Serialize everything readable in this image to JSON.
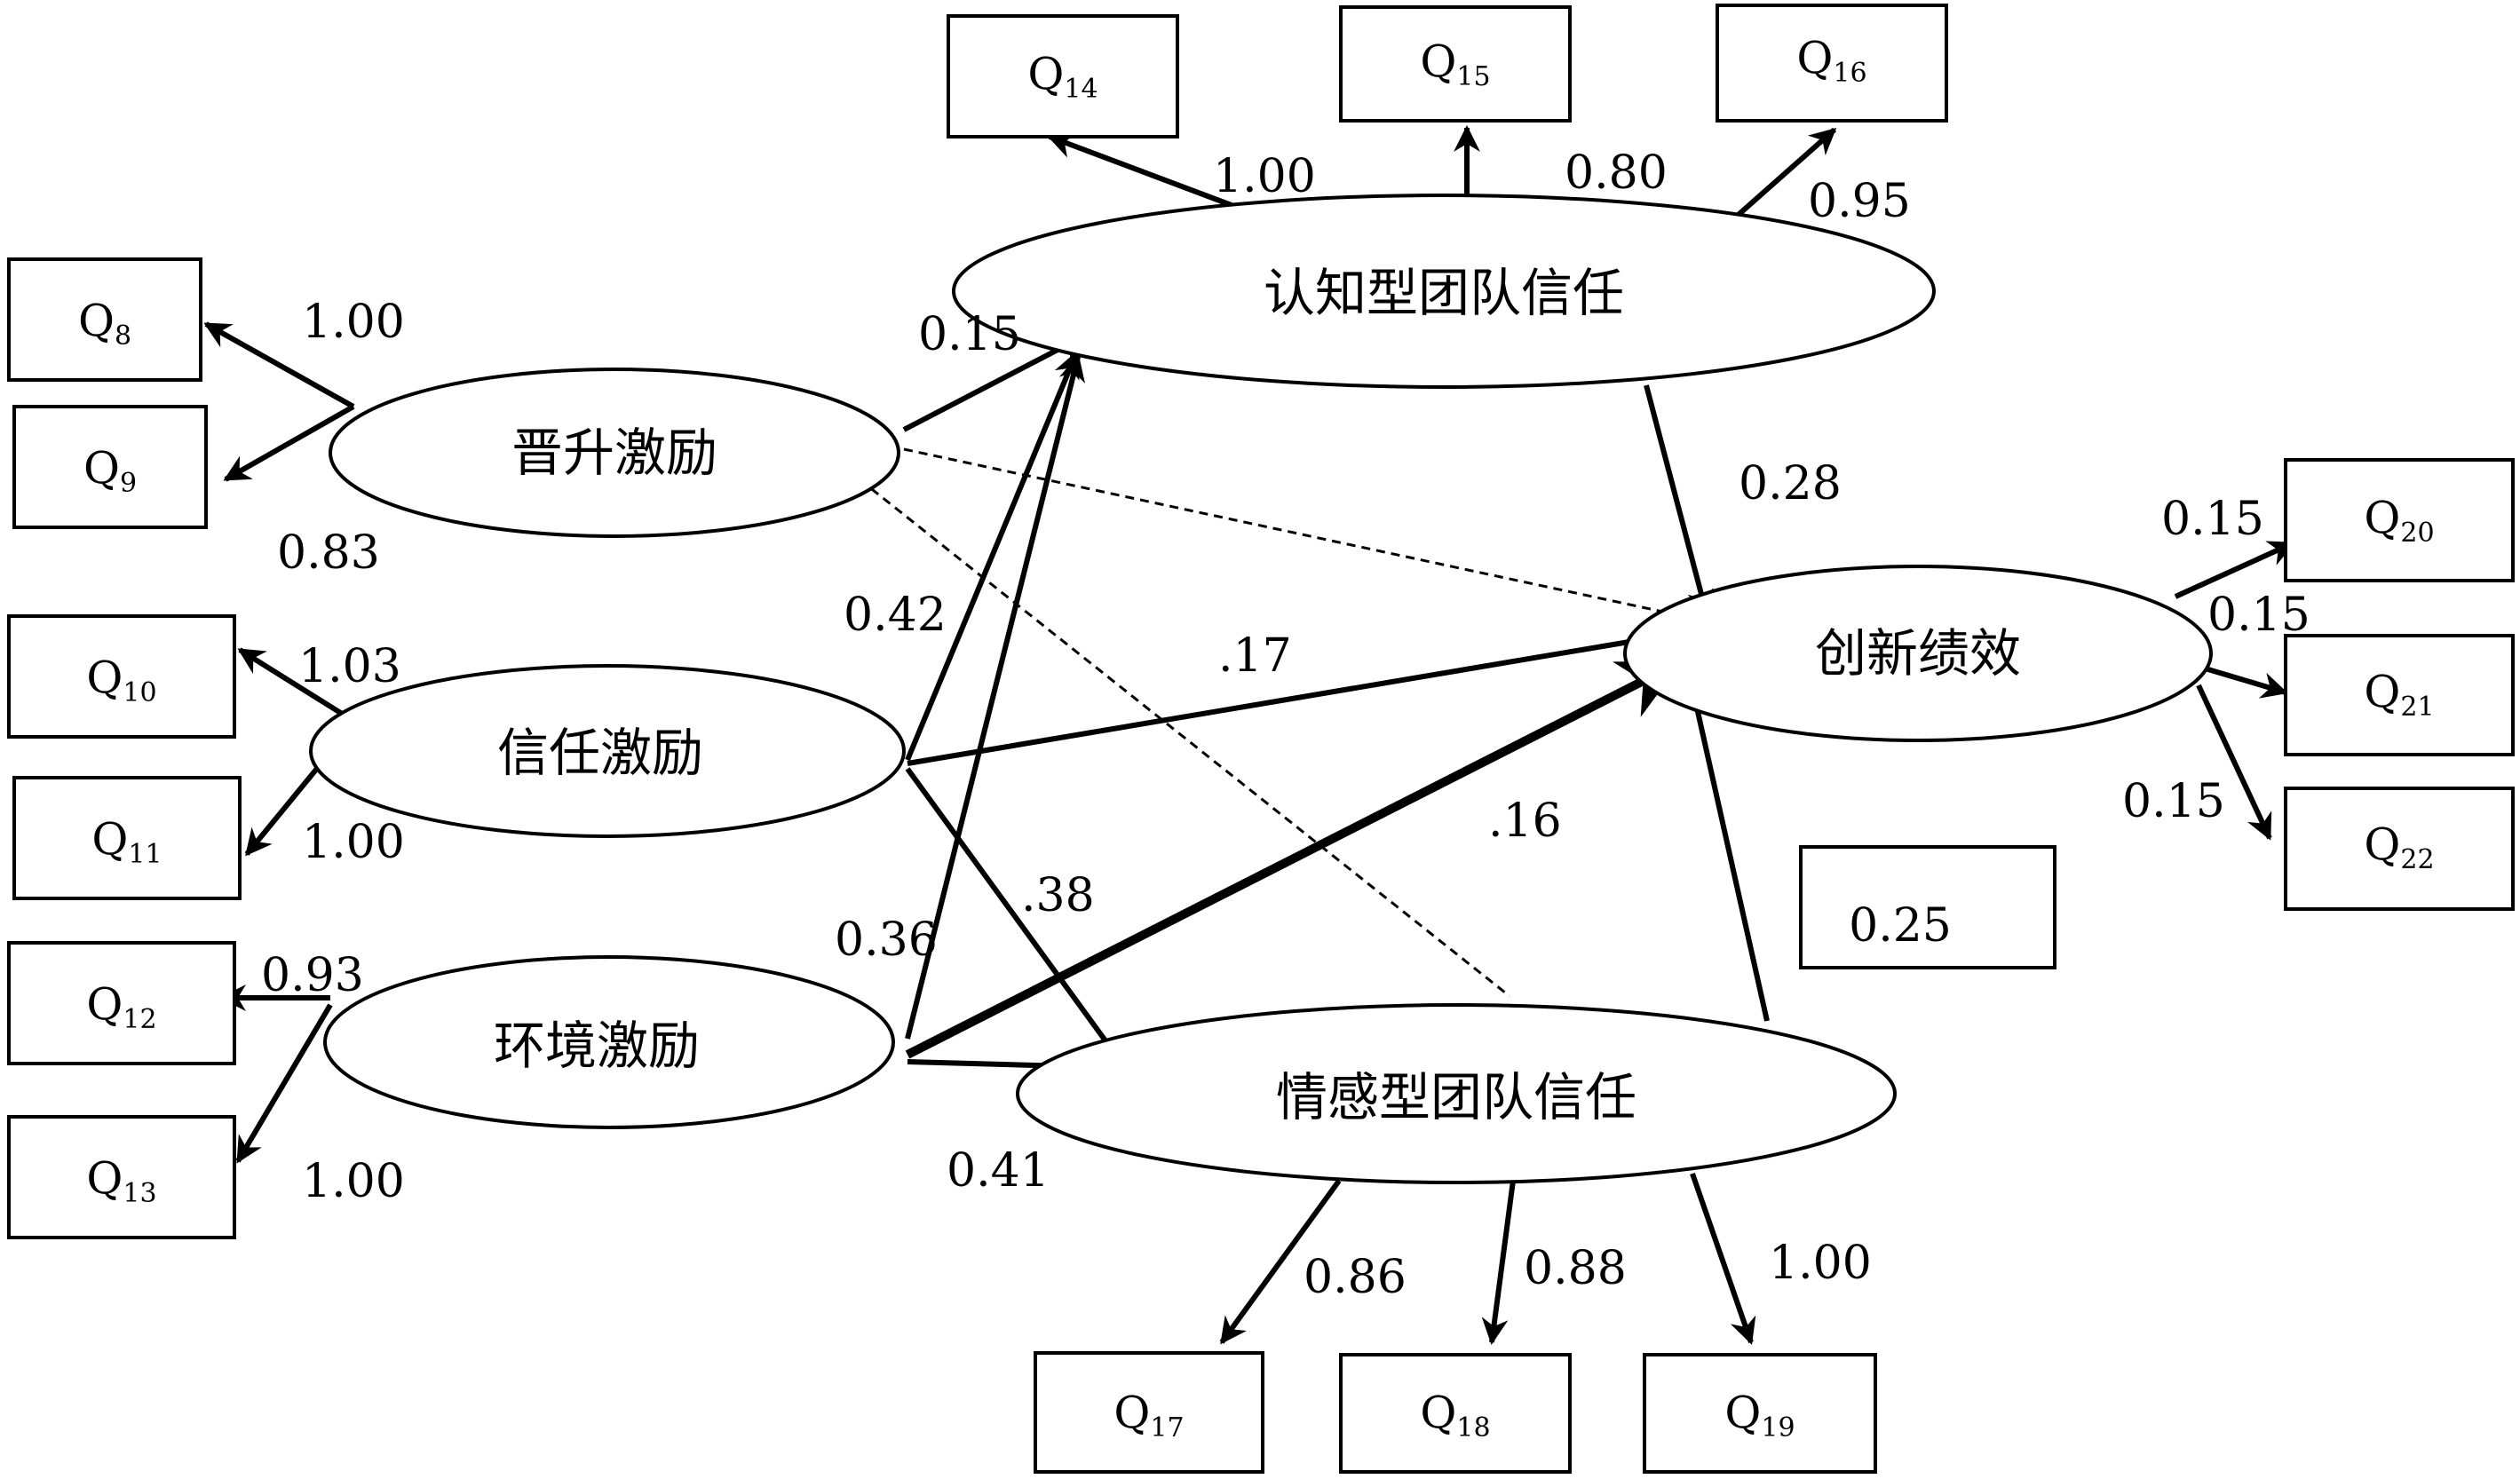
{
  "latents": {
    "promotion": "晋升激励",
    "trust_inc": "信任激励",
    "environment": "环境激励",
    "cognitive": "认知型团队信任",
    "affective": "情感型团队信任",
    "innovation": "创新绩效"
  },
  "indicators": {
    "q8": {
      "main": "Q",
      "sub": "8"
    },
    "q9": {
      "main": "Q",
      "sub": "9"
    },
    "q10": {
      "main": "Q",
      "sub": "10"
    },
    "q11": {
      "main": "Q",
      "sub": "11"
    },
    "q12": {
      "main": "Q",
      "sub": "12"
    },
    "q13": {
      "main": "Q",
      "sub": "13"
    },
    "q14": {
      "main": "Q",
      "sub": "14"
    },
    "q15": {
      "main": "Q",
      "sub": "15"
    },
    "q16": {
      "main": "Q",
      "sub": "16"
    },
    "q17": {
      "main": "Q",
      "sub": "17"
    },
    "q18": {
      "main": "Q",
      "sub": "18"
    },
    "q19": {
      "main": "Q",
      "sub": "19"
    },
    "q20": {
      "main": "Q",
      "sub": "20"
    },
    "q21": {
      "main": "Q",
      "sub": "21"
    },
    "q22": {
      "main": "Q",
      "sub": "22"
    }
  },
  "loadings": {
    "q8": "1.00",
    "q9": "0.83",
    "q10": "1.03",
    "q11": "1.00",
    "q12": "0.93",
    "q13": "1.00",
    "q14": "1.00",
    "q15": "0.80",
    "q16": "0.95",
    "q17": "0.86",
    "q18": "0.88",
    "q19": "1.00",
    "q20": "0.15",
    "q21": "0.15",
    "q22": "0.15"
  },
  "paths": {
    "promotion_cognitive": "0.15",
    "trust_cognitive": "0.42",
    "env_cognitive": "0.36",
    "trust_innovation": ".17",
    "trust_affective": ".38",
    "env_innovation": ".16",
    "env_affective": "0.41",
    "cognitive_innovation": "0.28",
    "standalone_box": "0.25"
  }
}
